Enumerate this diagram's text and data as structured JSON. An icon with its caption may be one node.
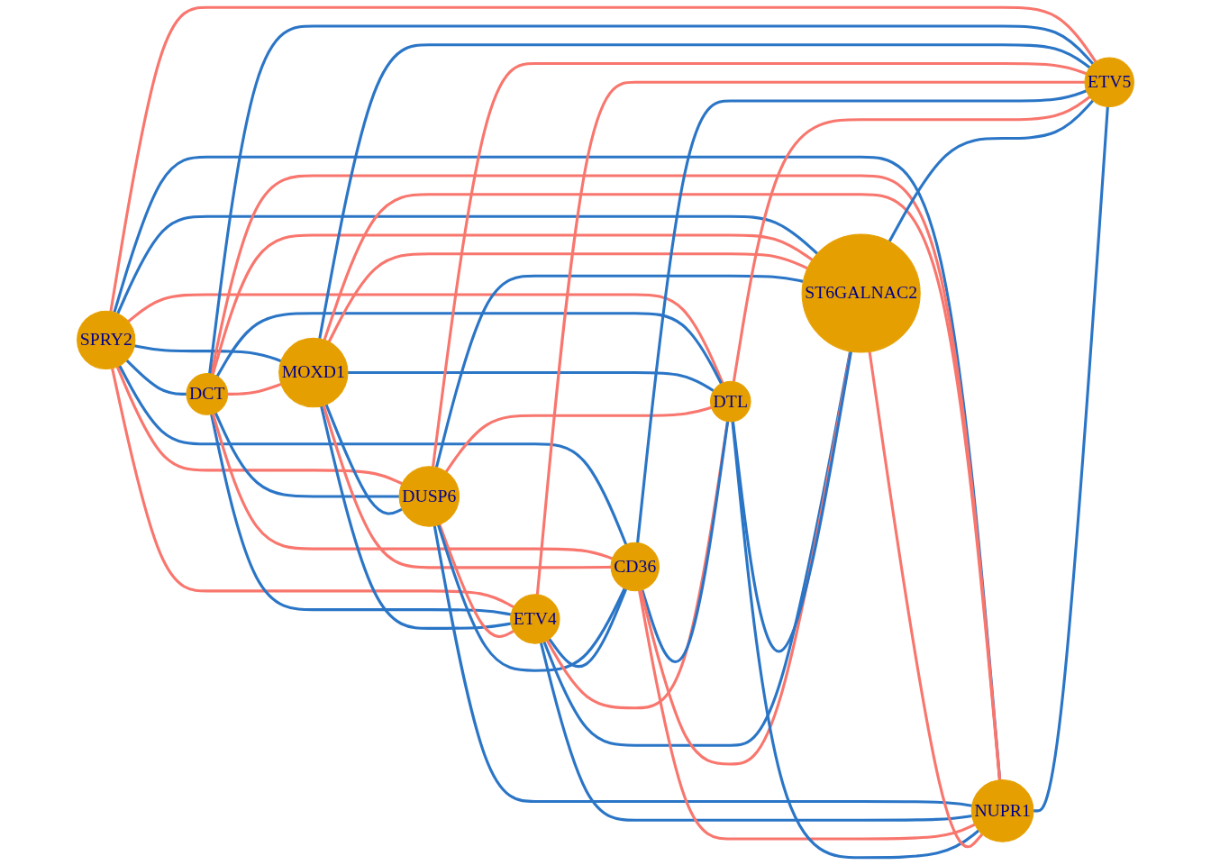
{
  "diagram": {
    "nodes": [
      {
        "text": [
          "SPRY2"
        ]
      },
      {
        "text": [
          "DCT"
        ]
      },
      {
        "text": [
          "MOXD1"
        ]
      },
      {
        "text": [
          "DUSP6"
        ]
      },
      {
        "text": [
          "ETV4"
        ]
      },
      {
        "text": [
          "CD36"
        ]
      },
      {
        "text": [
          "DTL"
        ]
      },
      {
        "text": [
          "ST6GALNAC2"
        ]
      },
      {
        "text": [
          "NUPR1"
        ]
      },
      {
        "text": [
          "ETV5"
        ]
      }
    ],
    "edges": [
      {
        "from": 0,
        "to": 1,
        "arrow": "none"
      },
      {
        "from": 0,
        "to": 2,
        "arrow": "none"
      },
      {
        "from": 0,
        "to": 3,
        "arrow": "none",
        "color": "#f8766d"
      },
      {
        "from": 0,
        "to": 4,
        "arrow": "none",
        "color": "#f8766d"
      },
      {
        "from": 0,
        "to": 5,
        "arrow": "none"
      },
      {
        "from": 0,
        "to": 6,
        "arrow": "none",
        "color": "#f8766d"
      },
      {
        "from": 0,
        "to": 7,
        "arrow": "none"
      },
      {
        "from": 0,
        "to": 8,
        "arrow": "none"
      },
      {
        "from": 0,
        "to": 9,
        "arrow": "none",
        "color": "#f8766d"
      },
      {
        "from": 1,
        "to": 2,
        "arrow": "none",
        "color": "#f8766d"
      },
      {
        "from": 1,
        "to": 3,
        "arrow": "none"
      },
      {
        "from": 1,
        "to": 4,
        "arrow": "none"
      },
      {
        "from": 1,
        "to": 5,
        "arrow": "none",
        "color": "#f8766d"
      },
      {
        "from": 1,
        "to": 6,
        "arrow": "none"
      },
      {
        "from": 1,
        "to": 7,
        "arrow": "none",
        "color": "#f8766d"
      },
      {
        "from": 1,
        "to": 8,
        "arrow": "none",
        "color": "#f8766d"
      },
      {
        "from": 1,
        "to": 9,
        "arrow": "none"
      },
      {
        "from": 2,
        "to": 3,
        "arrow": "none"
      },
      {
        "from": 2,
        "to": 4,
        "arrow": "none"
      },
      {
        "from": 2,
        "to": 5,
        "arrow": "none",
        "color": "#f8766d"
      },
      {
        "from": 2,
        "to": 6,
        "arrow": "none"
      },
      {
        "from": 2,
        "to": 7,
        "arrow": "none",
        "color": "#f8766d"
      },
      {
        "from": 2,
        "to": 8,
        "arrow": "none",
        "color": "#f8766d"
      },
      {
        "from": 2,
        "to": 9,
        "arrow": "none"
      },
      {
        "from": 3,
        "to": 4,
        "arrow": "none",
        "color": "#f8766d"
      },
      {
        "from": 3,
        "to": 5,
        "arrow": "none"
      },
      {
        "from": 3,
        "to": 6,
        "arrow": "none",
        "color": "#f8766d"
      },
      {
        "from": 3,
        "to": 7,
        "arrow": "none"
      },
      {
        "from": 3,
        "to": 8,
        "arrow": "none"
      },
      {
        "from": 3,
        "to": 9,
        "arrow": "none",
        "color": "#f8766d"
      },
      {
        "from": 4,
        "to": 5,
        "arrow": "none"
      },
      {
        "from": 4,
        "to": 6,
        "arrow": "none",
        "color": "#f8766d"
      },
      {
        "from": 4,
        "to": 7,
        "arrow": "none"
      },
      {
        "from": 4,
        "to": 8,
        "arrow": "none"
      },
      {
        "from": 4,
        "to": 9,
        "arrow": "none",
        "color": "#f8766d"
      },
      {
        "from": 5,
        "to": 6,
        "arrow": "none"
      },
      {
        "from": 5,
        "to": 7,
        "arrow": "none",
        "color": "#f8766d"
      },
      {
        "from": 5,
        "to": 8,
        "arrow": "none",
        "color": "#f8766d"
      },
      {
        "from": 5,
        "to": 9,
        "arrow": "none"
      },
      {
        "from": 6,
        "to": 7,
        "arrow": "none"
      },
      {
        "from": 6,
        "to": 8,
        "arrow": "none"
      },
      {
        "from": 6,
        "to": 9,
        "arrow": "none",
        "color": "#f8766d"
      },
      {
        "from": 7,
        "to": 8,
        "arrow": "none",
        "color": "#f8766d"
      },
      {
        "from": 7,
        "to": 9,
        "arrow": "none"
      },
      {
        "from": 8,
        "to": 9,
        "arrow": "none"
      }
    ]
  }
}
